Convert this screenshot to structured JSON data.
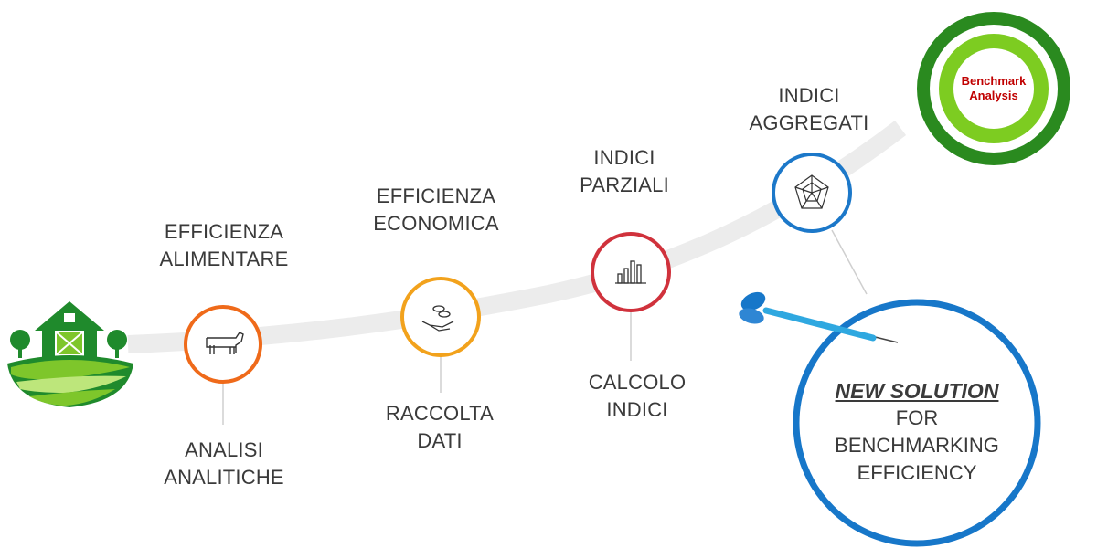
{
  "steps": [
    {
      "top_line1": "EFFICIENZA",
      "top_line2": "ALIMENTARE",
      "bottom_line1": "ANALISI",
      "bottom_line2": "ANALITICHE",
      "icon": "cow-icon",
      "color": "#ef6a1a"
    },
    {
      "top_line1": "EFFICIENZA",
      "top_line2": "ECONOMICA",
      "bottom_line1": "RACCOLTA",
      "bottom_line2": "DATI",
      "icon": "coins-hand-icon",
      "color": "#f2a21c"
    },
    {
      "top_line1": "INDICI",
      "top_line2": "PARZIALI",
      "bottom_line1": "CALCOLO",
      "bottom_line2": "INDICI",
      "icon": "bar-chart-icon",
      "color": "#d0323c"
    },
    {
      "top_line1": "INDICI",
      "top_line2": "AGGREGATI",
      "icon": "radar-chart-icon",
      "color": "#1c78c9"
    }
  ],
  "target": {
    "line1": "Benchmark",
    "line2": "Analysis",
    "outer_color": "#2a8a1f",
    "inner_color": "#7dcc21"
  },
  "solution": {
    "highlight": "NEW SOLUTION",
    "line2": "FOR",
    "line3": "BENCHMARKING",
    "line4": "EFFICIENCY",
    "ring_color": "#1777c9"
  },
  "colors": {
    "path": "#ececec",
    "connector": "#cfcfcf",
    "farm_green_dark": "#1f8a2c",
    "farm_green_light": "#7ec62b",
    "dart_blue": "#2fa8e0"
  }
}
